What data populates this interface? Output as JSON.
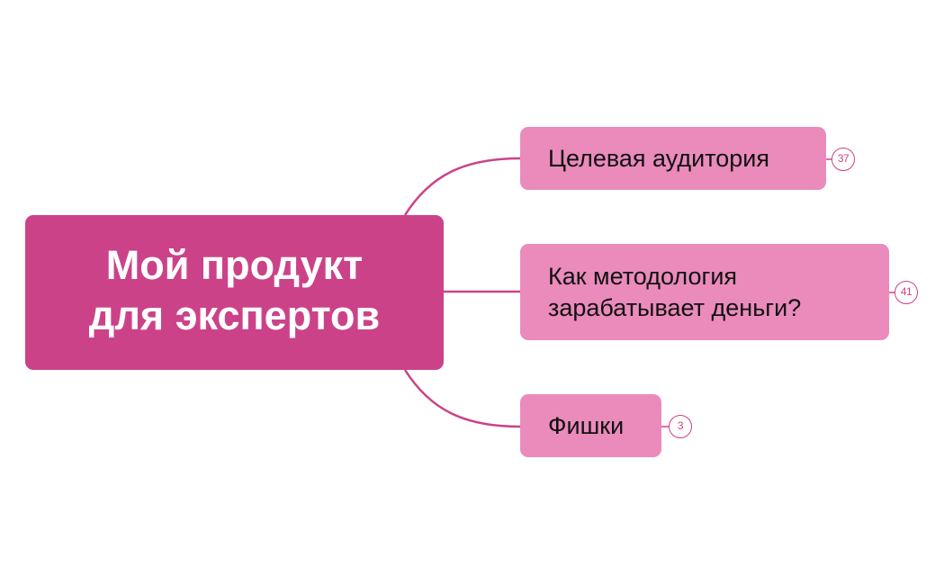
{
  "mindmap": {
    "root": {
      "label": "Мой продукт\nдля экспертов"
    },
    "branches": [
      {
        "label": "Целевая аудитория",
        "count": "37"
      },
      {
        "label": "Как методология\nзарабатывает деньги?",
        "count": "41"
      },
      {
        "label": "Фишки",
        "count": "3"
      }
    ],
    "colors": {
      "root_fill": "#cc4289",
      "branch_fill": "#ea8bbb",
      "connector": "#cc4289",
      "badge_stroke": "#cc4289"
    }
  }
}
